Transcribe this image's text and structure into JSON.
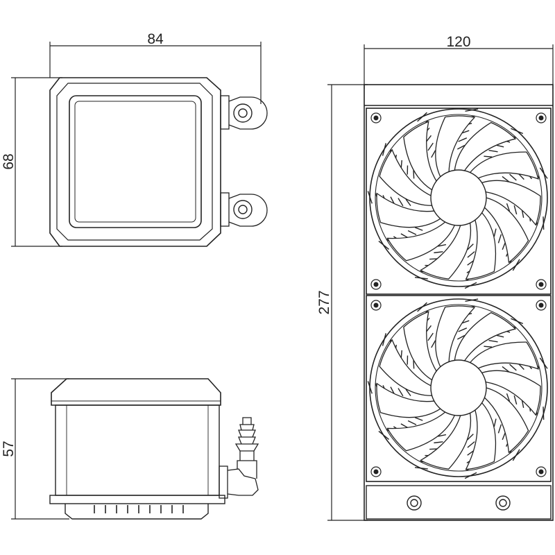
{
  "dimensions": {
    "pump_width": "84",
    "pump_height": "68",
    "pump_side_height": "57",
    "radiator_width": "120",
    "radiator_length": "277"
  },
  "colors": {
    "line": "#222222",
    "background": "#ffffff"
  },
  "radiator": {
    "fan_count": 2,
    "blades_per_fan": 11
  }
}
